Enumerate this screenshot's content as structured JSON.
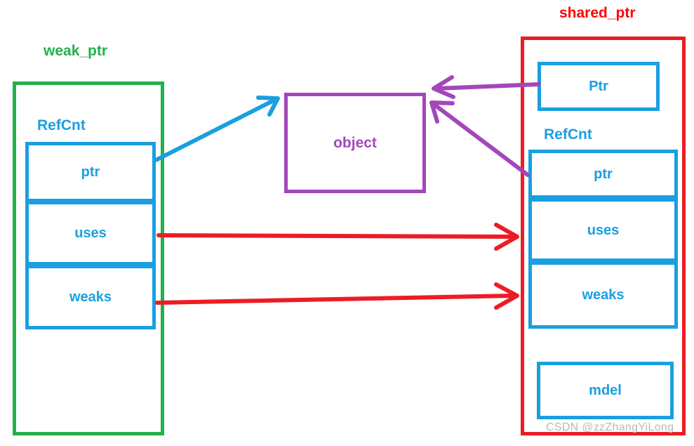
{
  "diagram": {
    "title_left": "weak_ptr",
    "title_right": "shared_ptr",
    "colors": {
      "weak_ptr_green": "#22b14c",
      "shared_ptr_red": "#ed1c24",
      "field_blue": "#1a9fe0",
      "object_purple": "#a347ba",
      "watermark_gray": "#b8b8b8"
    }
  },
  "weak_ptr": {
    "title": "weak_ptr",
    "refcnt_caption": "RefCnt",
    "fields": [
      {
        "label": "ptr"
      },
      {
        "label": "uses"
      },
      {
        "label": "weaks"
      }
    ]
  },
  "shared_ptr": {
    "title": "shared_ptr",
    "ptr_field": {
      "label": "Ptr"
    },
    "refcnt_caption": "RefCnt",
    "fields": [
      {
        "label": "ptr"
      },
      {
        "label": "uses"
      },
      {
        "label": "weaks"
      }
    ],
    "mdel_field": {
      "label": "mdel"
    }
  },
  "object": {
    "label": "object"
  },
  "arrows": [
    {
      "name": "weak-ptr-to-object",
      "color": "#1a9fe0",
      "from": "weak_ptr.RefCnt.ptr",
      "to": "object"
    },
    {
      "name": "shared-Ptr-to-object",
      "color": "#a347ba",
      "from": "shared_ptr.Ptr",
      "to": "object"
    },
    {
      "name": "shared-refcnt-ptr-to-object",
      "color": "#a347ba",
      "from": "shared_ptr.RefCnt.ptr",
      "to": "object"
    },
    {
      "name": "weak-uses-to-shared-uses",
      "color": "#ed1c24",
      "from": "weak_ptr.RefCnt.uses",
      "to": "shared_ptr.RefCnt.uses"
    },
    {
      "name": "weak-weaks-to-shared-weaks",
      "color": "#ed1c24",
      "from": "weak_ptr.RefCnt.weaks",
      "to": "shared_ptr.RefCnt.weaks"
    }
  ],
  "watermark": {
    "text": "CSDN @zzZhangYiLong"
  }
}
